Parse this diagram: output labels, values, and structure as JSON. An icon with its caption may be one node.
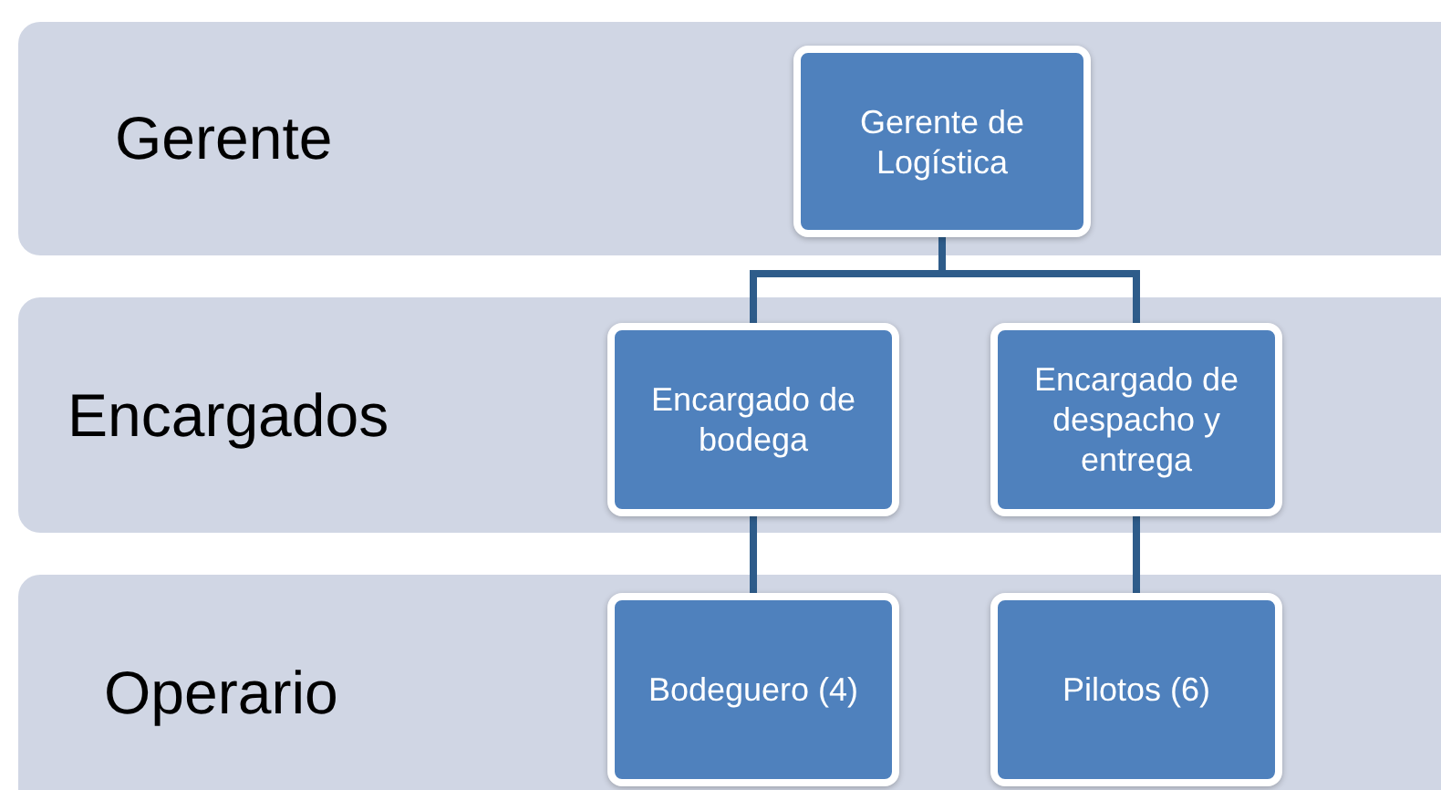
{
  "diagram": {
    "nodes": [
      {
        "text": [
          "Gerente"
        ]
      },
      {
        "text": [
          "Gerente de Logística"
        ],
        "in": 0
      },
      {
        "text": [
          "Encargados"
        ]
      },
      {
        "text": [
          "Encargado de bodega"
        ],
        "in": 2
      },
      {
        "text": [
          "Encargado de despacho y entrega"
        ],
        "in": 2
      },
      {
        "text": [
          "Operario"
        ]
      },
      {
        "text": [
          "Bodeguero (4)"
        ],
        "in": 5
      },
      {
        "text": [
          "Pilotos (6)"
        ],
        "in": 5
      }
    ],
    "edges": [
      {
        "from": 1,
        "to": 3,
        "arrow": "none"
      },
      {
        "from": 1,
        "to": 4,
        "arrow": "none"
      },
      {
        "from": 3,
        "to": 6,
        "arrow": "none"
      },
      {
        "from": 4,
        "to": 7,
        "arrow": "none"
      }
    ]
  }
}
